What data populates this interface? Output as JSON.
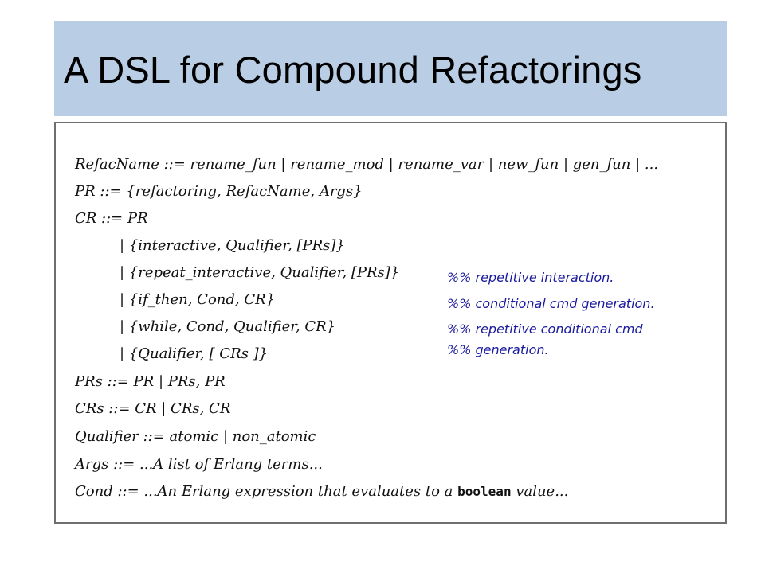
{
  "slide": {
    "title": "A DSL for Compound Refactorings",
    "grammar": [
      "RefacName ::= rename_fun | rename_mod | rename_var | new_fun | gen_fun | ...",
      "PR ::= {refactoring, RefacName, Args}",
      "CR ::= PR",
      "| {interactive, Qualifier, [PRs]}",
      "| {repeat_interactive, Qualifier, [PRs]}",
      "| {if_then, Cond, CR}",
      "| {while, Cond, Qualifier, CR}",
      "| {Qualifier, [ CRs ]}",
      "PRs ::= PR  |  PRs, PR",
      "CRs ::= CR  |  CRs, CR",
      "Qualifier ::= atomic | non_atomic",
      "Args ::= ...A list of Erlang terms...",
      "Cond ::= ...An Erlang expression that evaluates to a "
    ],
    "cond_keyword": "boolean",
    "cond_tail": " value...",
    "comments": [
      "%% repetitive interaction.",
      "%% conditional cmd generation.",
      "%% repetitive conditional cmd",
      "%% generation."
    ],
    "colors": {
      "title_bar": "#b9cde4",
      "comment_text": "#1a1a9e"
    }
  }
}
